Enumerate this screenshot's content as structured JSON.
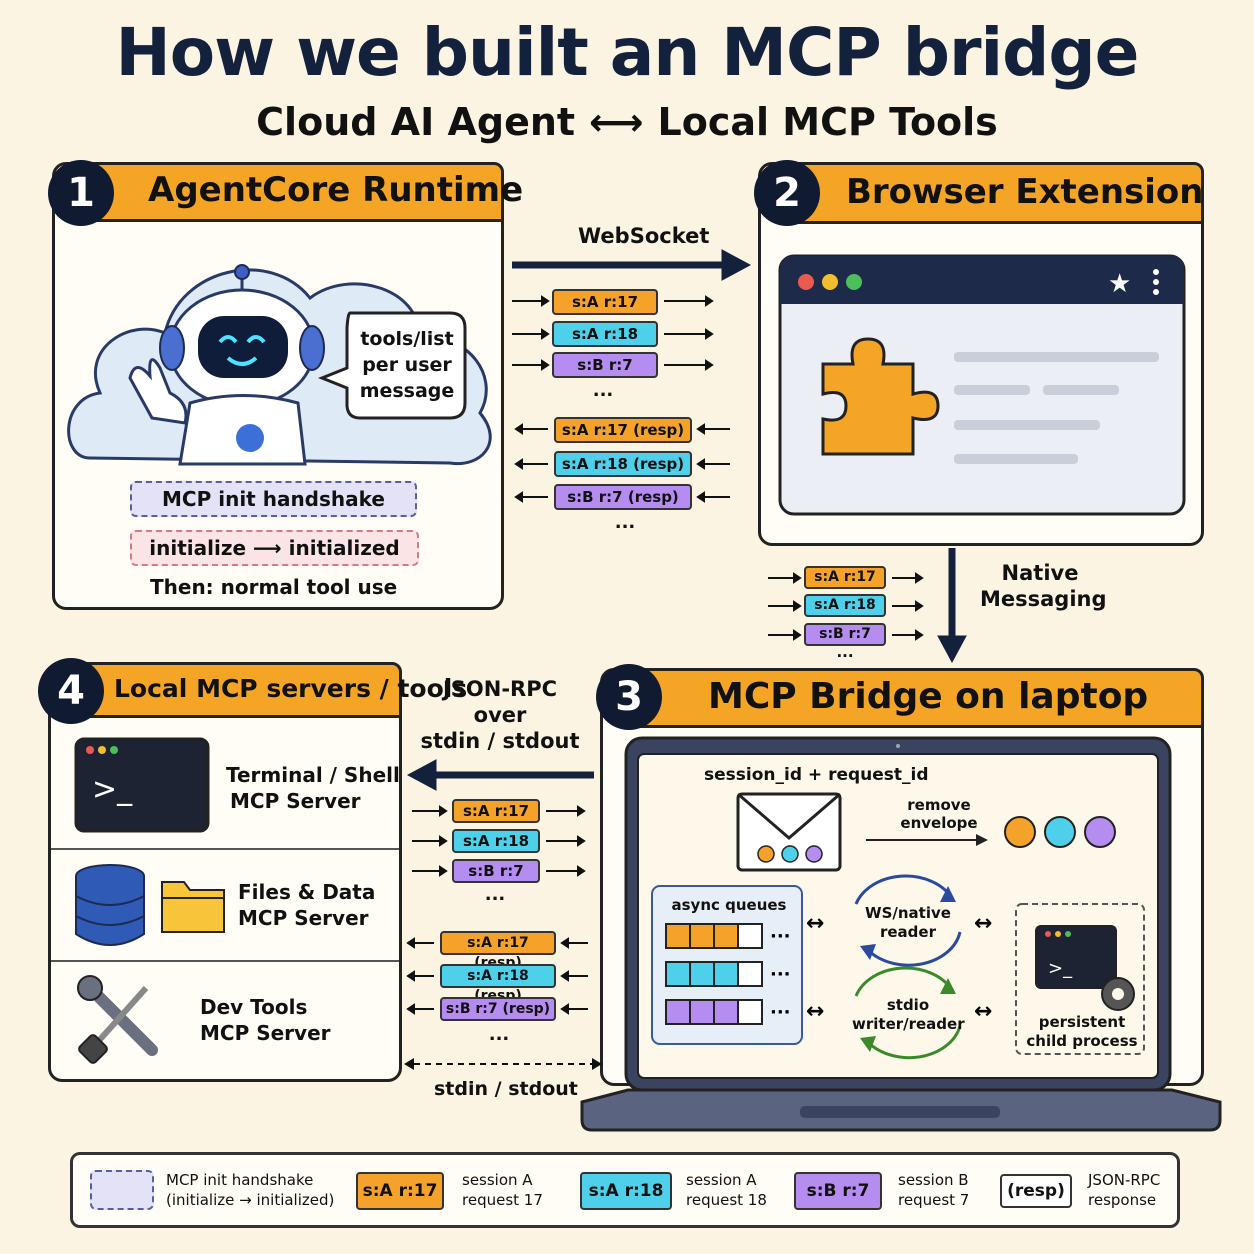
{
  "title": "How we built an MCP bridge",
  "subtitle": {
    "left": "Cloud AI Agent",
    "arrow": "⟷",
    "right": "Local MCP Tools"
  },
  "panels": {
    "p1": {
      "number": "1",
      "title": "AgentCore Runtime",
      "bubble": [
        "tools/list",
        "per user",
        "message"
      ],
      "handshake": "MCP init handshake",
      "init_left": "initialize",
      "init_right": "initialized",
      "then": "Then: normal tool use"
    },
    "p2": {
      "number": "2",
      "title": "Browser Extension"
    },
    "p3": {
      "number": "3",
      "title": "MCP Bridge on laptop",
      "ids": "session_id + request_id",
      "remove": [
        "remove",
        "envelope"
      ],
      "queues": "async queues",
      "ws_reader": [
        "WS/native",
        "reader"
      ],
      "stdio": [
        "stdio",
        "writer/reader"
      ],
      "child": [
        "persistent",
        "child process"
      ]
    },
    "p4": {
      "number": "4",
      "title": "Local MCP servers / tools",
      "servers": [
        {
          "name": [
            "Terminal / Shell",
            "MCP Server"
          ]
        },
        {
          "name": [
            "Files & Data",
            "MCP Server"
          ]
        },
        {
          "name": [
            "Dev Tools",
            "MCP Server"
          ]
        }
      ]
    }
  },
  "connectors": {
    "websocket": "WebSocket",
    "native": [
      "Native",
      "Messaging"
    ],
    "jsonrpc": [
      "JSON-RPC",
      "over",
      "stdin / stdout"
    ],
    "stdin": "stdin / stdout",
    "ellipsis": "..."
  },
  "messages": {
    "req": [
      "s:A  r:17",
      "s:A  r:18",
      "s:B  r:7"
    ],
    "resp": [
      "s:A  r:17  (resp)",
      "s:A  r:18  (resp)",
      "s:B  r:7  (resp)"
    ]
  },
  "legend": {
    "handshake": [
      "MCP init handshake",
      "(initialize → initialized)"
    ],
    "tag1": "s:A  r:17",
    "desc1": [
      "session A",
      "request 17"
    ],
    "tag2": "s:A  r:18",
    "desc2": [
      "session A",
      "request 18"
    ],
    "tag3": "s:B  r:7",
    "desc3": [
      "session B",
      "request 7"
    ],
    "tag4": "(resp)",
    "desc4": [
      "JSON-RPC",
      "response"
    ]
  },
  "colors": {
    "orange": "#f5a22b",
    "cyan": "#4fd0ea",
    "purple": "#b58cf0",
    "navy": "#14213d"
  }
}
